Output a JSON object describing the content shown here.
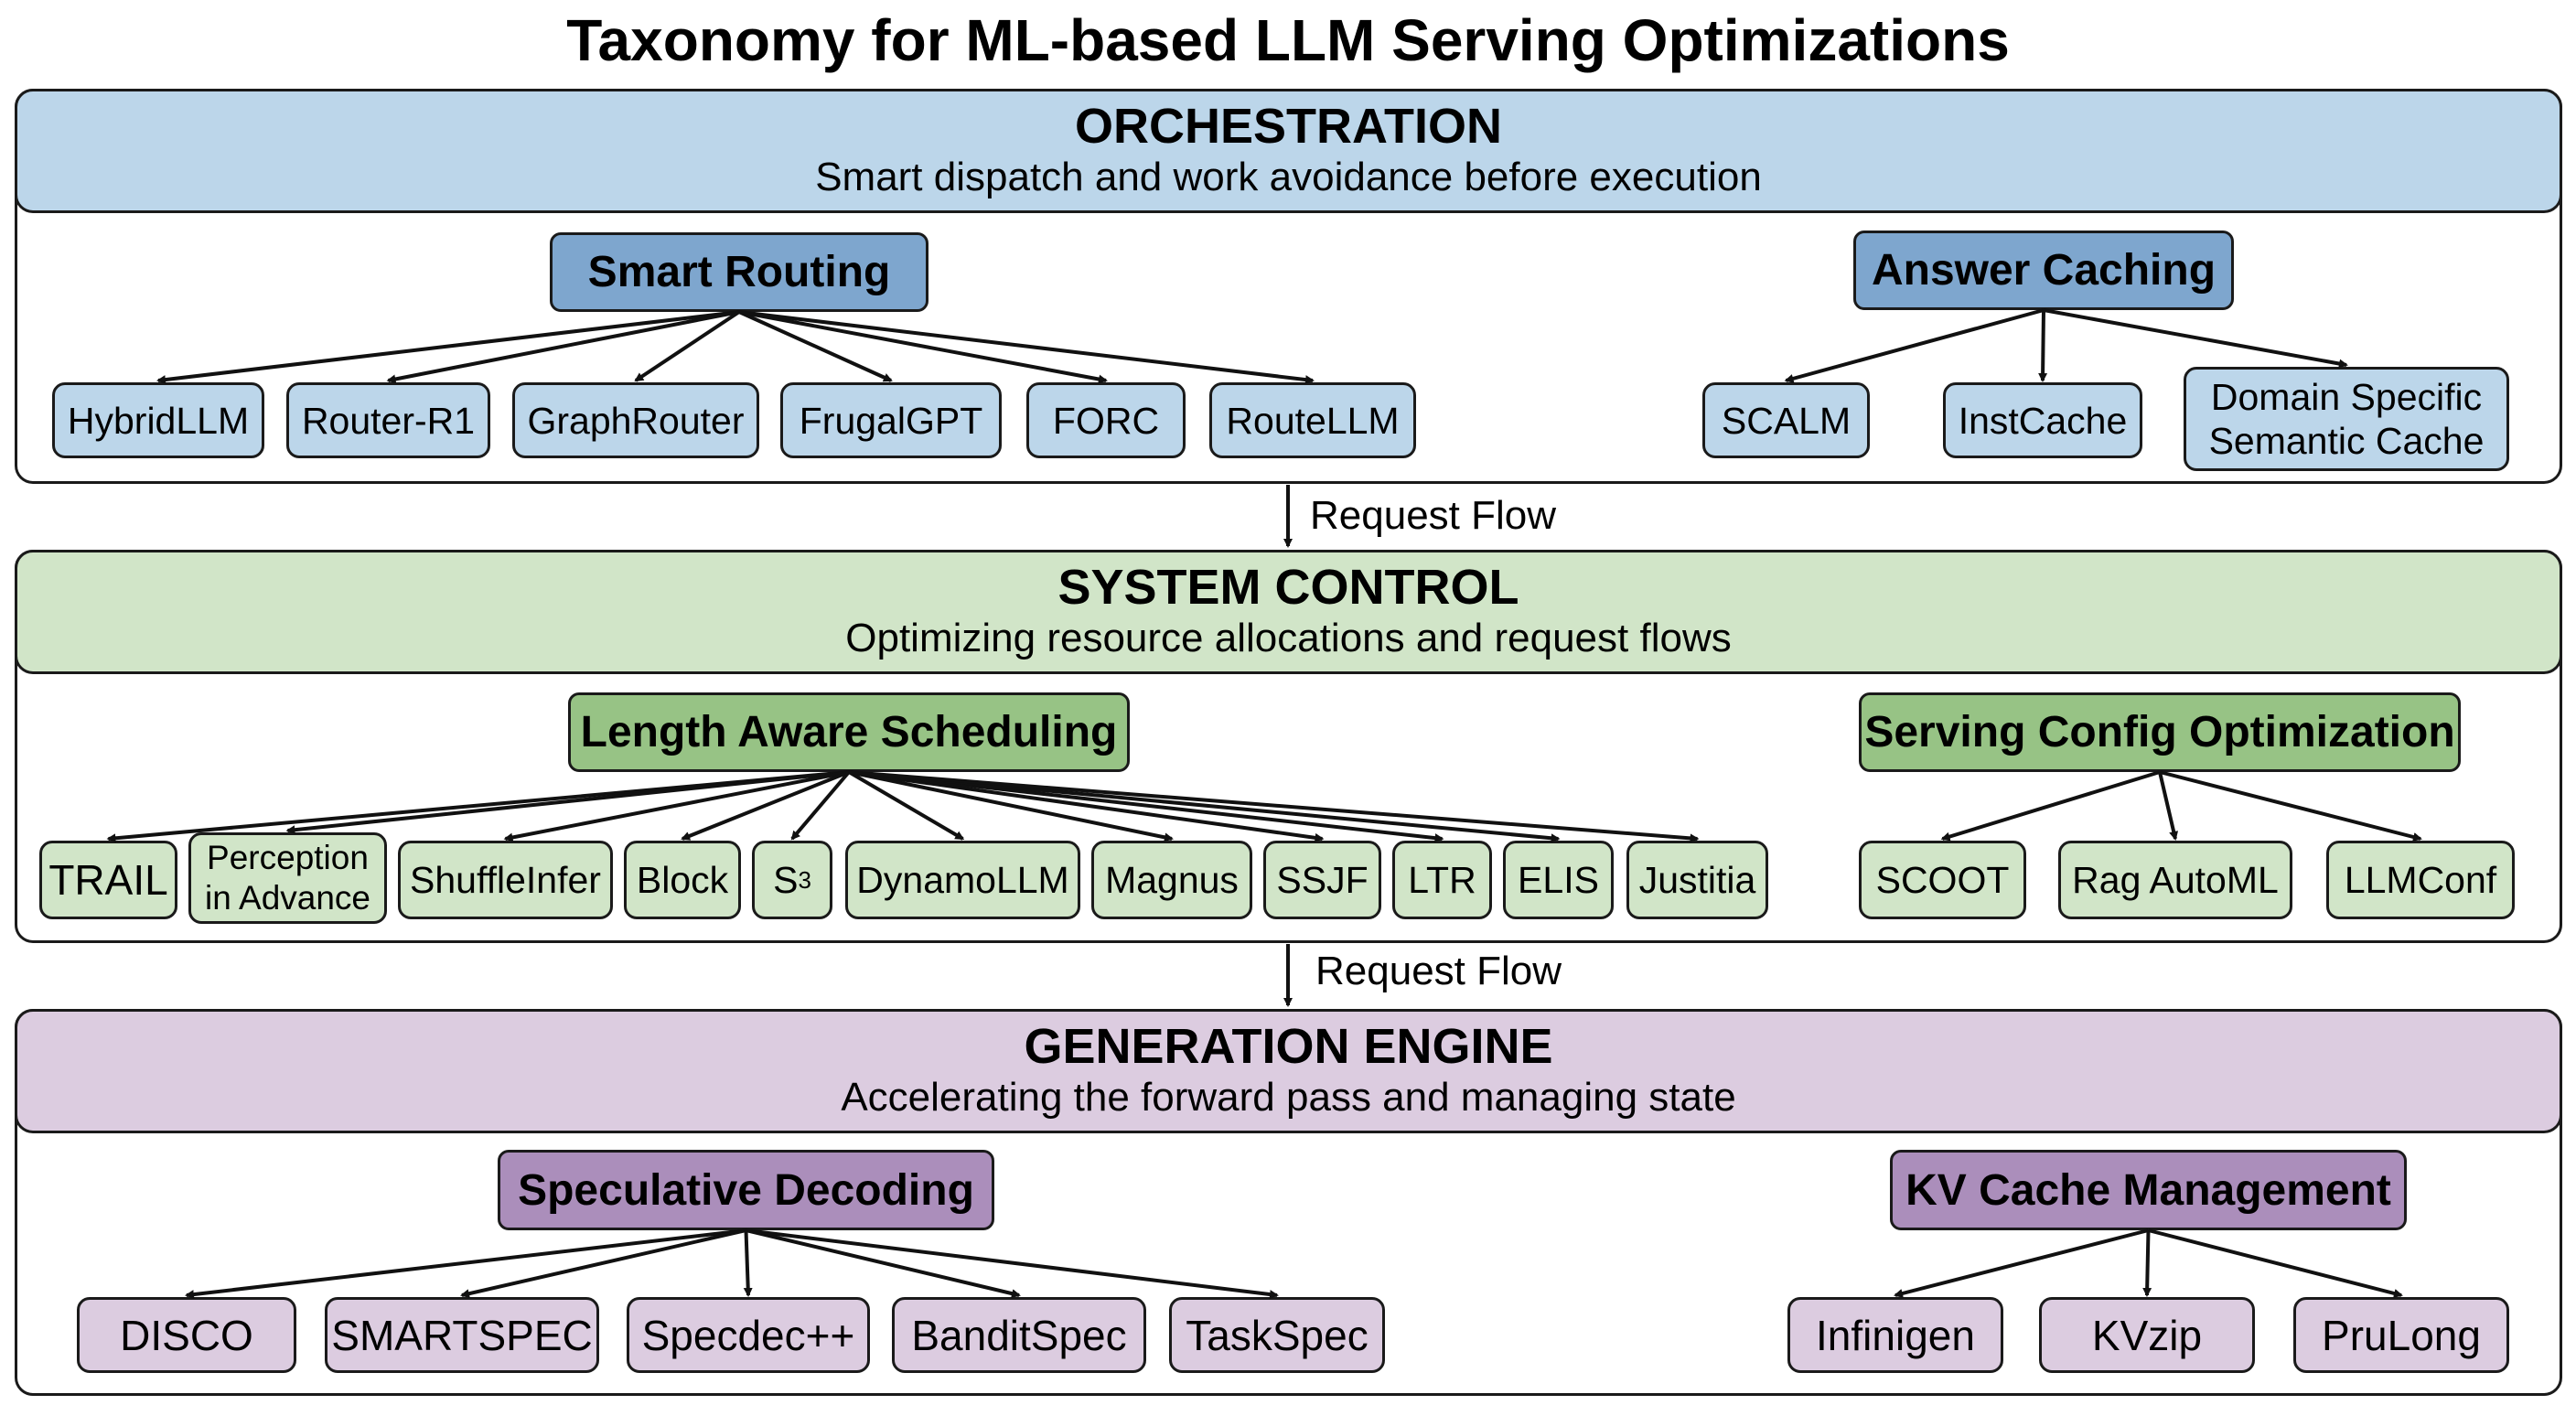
{
  "title": "Taxonomy for ML-based LLM Serving Optimizations",
  "flow_label": "Request Flow",
  "layers": [
    {
      "name": "ORCHESTRATION",
      "subtitle": "Smart dispatch and work avoidance before execution",
      "color": "#bcd6ea",
      "groups": [
        {
          "label": "Smart Routing",
          "color": "#7ea6ce",
          "items": [
            "HybridLLM",
            "Router-R1",
            "GraphRouter",
            "FrugalGPT",
            "FORC",
            "RouteLLM"
          ]
        },
        {
          "label": "Answer Caching",
          "color": "#7ea6ce",
          "items": [
            "SCALM",
            "InstCache",
            "Domain Specific Semantic Cache"
          ]
        }
      ]
    },
    {
      "name": "SYSTEM CONTROL",
      "subtitle": "Optimizing resource allocations and request flows",
      "color": "#d1e5c8",
      "groups": [
        {
          "label": "Length Aware Scheduling",
          "color": "#97c385",
          "items": [
            "TRAIL",
            "Perception in Advance",
            "ShuffleInfer",
            "Block",
            "S3",
            "DynamoLLM",
            "Magnus",
            "SSJF",
            "LTR",
            "ELIS",
            "Justitia"
          ]
        },
        {
          "label": "Serving Config Optimization",
          "color": "#97c385",
          "items": [
            "SCOOT",
            "Rag AutoML",
            "LLMConf"
          ]
        }
      ]
    },
    {
      "name": "GENERATION ENGINE",
      "subtitle": "Accelerating the forward pass and managing state",
      "color": "#dccce0",
      "groups": [
        {
          "label": "Speculative Decoding",
          "color": "#ab8ebb",
          "items": [
            "DISCO",
            "SMARTSPEC",
            "Specdec++",
            "BanditSpec",
            "TaskSpec"
          ]
        },
        {
          "label": "KV Cache Management",
          "color": "#ab8ebb",
          "items": [
            "Infinigen",
            "KVzip",
            "PruLong"
          ]
        }
      ]
    }
  ]
}
